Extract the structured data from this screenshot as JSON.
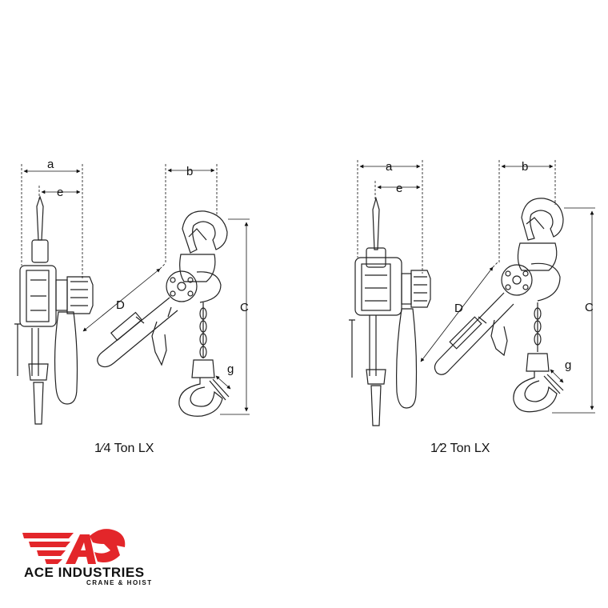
{
  "diagrams": [
    {
      "caption": "1⁄4 Ton LX",
      "dimensions": {
        "a": "a",
        "e": "e",
        "b": "b",
        "c": "C",
        "d": "D",
        "g": "g"
      }
    },
    {
      "caption": "1⁄2 Ton LX",
      "dimensions": {
        "a": "a",
        "e": "e",
        "b": "b",
        "c": "C",
        "d": "D",
        "g": "g"
      }
    }
  ],
  "logo": {
    "name": "ACE INDUSTRIES",
    "tagline": "CRANE & HOIST",
    "accent_color": "#e3262a"
  }
}
